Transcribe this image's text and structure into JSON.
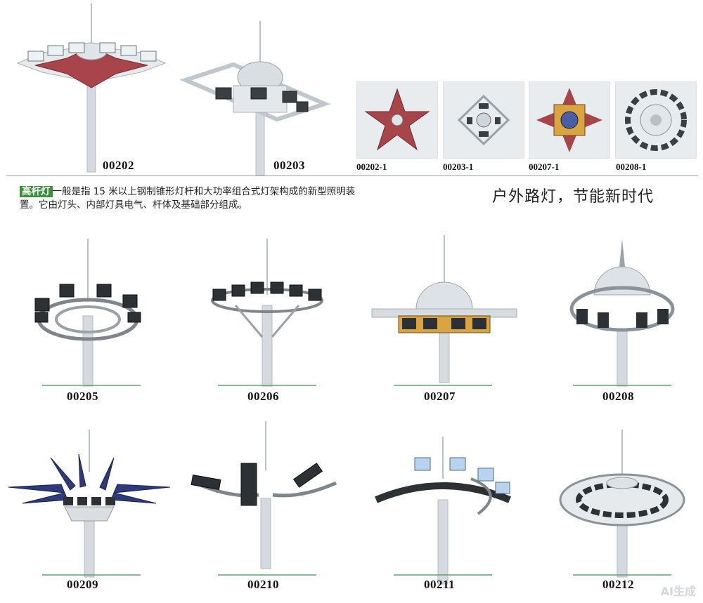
{
  "top_products": [
    {
      "code": "00202"
    },
    {
      "code": "00203"
    }
  ],
  "thumbnails": [
    {
      "code": "00202-1"
    },
    {
      "code": "00203-1"
    },
    {
      "code": "00207-1"
    },
    {
      "code": "00208-1"
    }
  ],
  "intro": {
    "tag": "高杆灯",
    "text": "一般是指 15 米以上钢制锥形灯杆和大功率组合式灯架构成的新型照明装置。它由灯头、内部灯具电气、杆体及基础部分组成。"
  },
  "slogan": "户外路灯，节能新时代",
  "row2": [
    {
      "code": "00205"
    },
    {
      "code": "00206"
    },
    {
      "code": "00207"
    },
    {
      "code": "00208"
    }
  ],
  "row3": [
    {
      "code": "00209"
    },
    {
      "code": "00210"
    },
    {
      "code": "00211"
    },
    {
      "code": "00212"
    }
  ],
  "watermark": "AI生成",
  "colors": {
    "accent_green": "#3c8f3c",
    "pole": "#cfd6dc",
    "star_red": "#a8454a",
    "blade_blue": "#2e3a7a"
  }
}
